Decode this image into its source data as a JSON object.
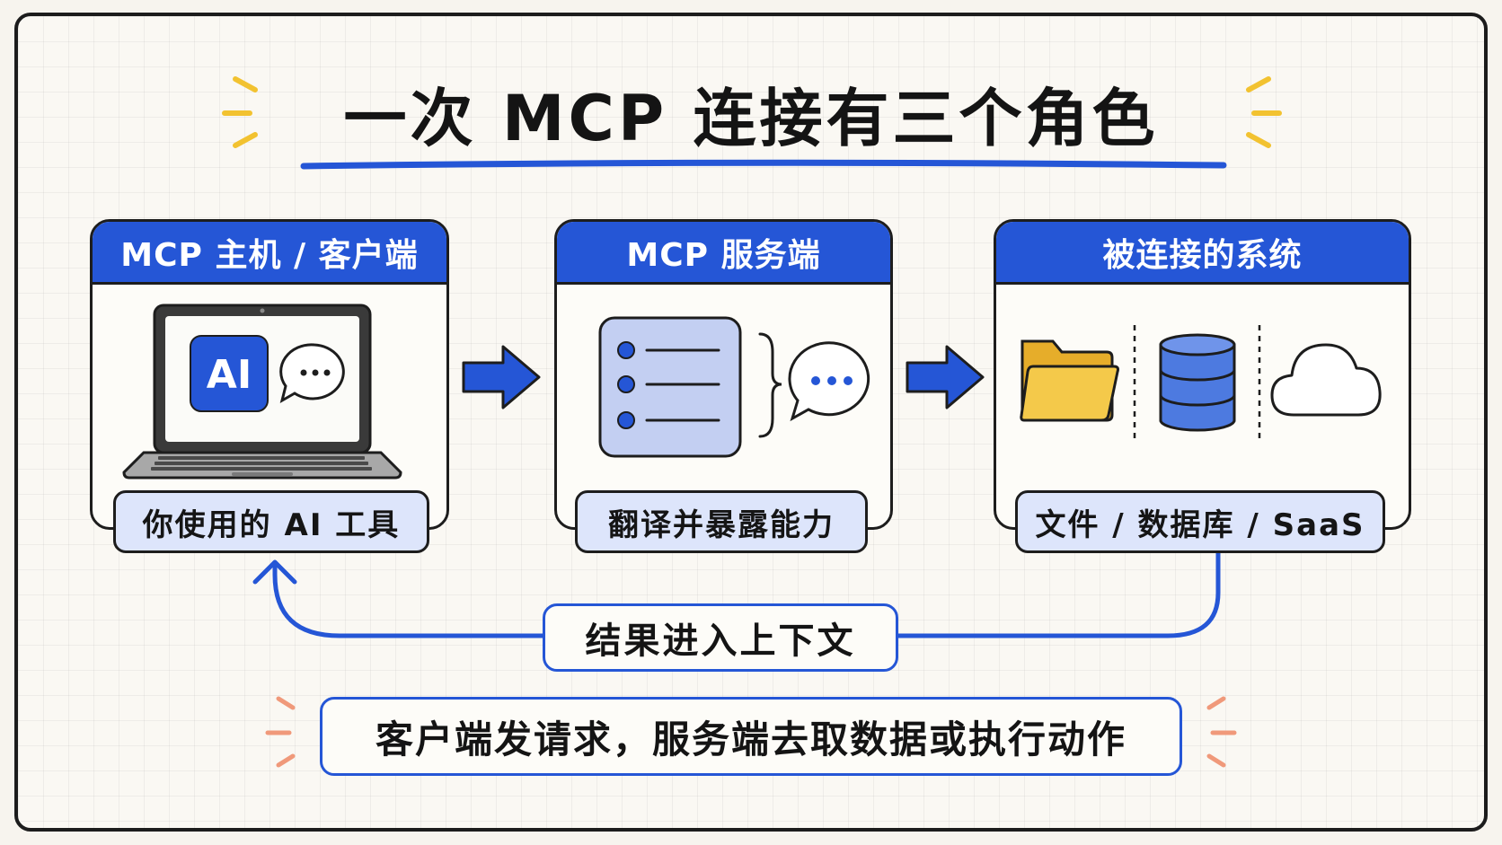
{
  "title": "一次 MCP 连接有三个角色",
  "cards": [
    {
      "header": "MCP 主机 / 客户端",
      "label": "你使用的 AI 工具",
      "badge": "AI"
    },
    {
      "header": "MCP 服务端",
      "label": "翻译并暴露能力"
    },
    {
      "header": "被连接的系统",
      "label": "文件 / 数据库 / SaaS"
    }
  ],
  "return_flow": "结果进入上下文",
  "summary": "客户端发请求，服务端去取数据或执行动作",
  "colors": {
    "accent": "#2556d6",
    "light_blue": "#dde5fb",
    "yellow_sparks": "#f2c230",
    "orange_sparks": "#f0997a",
    "folder": "#f4c94a"
  },
  "icons": [
    "laptop-icon",
    "chat-bubble-icon",
    "server-list-icon",
    "brace-icon",
    "folder-icon",
    "database-icon",
    "cloud-icon",
    "arrow-right-icon",
    "return-arrow-icon"
  ]
}
